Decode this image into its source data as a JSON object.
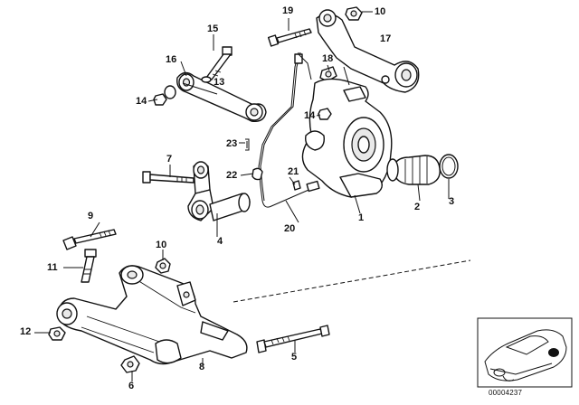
{
  "callouts": {
    "c1": "1",
    "c2": "2",
    "c3": "3",
    "c4": "4",
    "c5": "5",
    "c6": "6",
    "c7": "7",
    "c8": "8",
    "c9": "9",
    "c10a": "10",
    "c10b": "10",
    "c11": "11",
    "c12": "12",
    "c13": "13",
    "c14a": "14",
    "c14b": "14",
    "c15": "15",
    "c16": "16",
    "c17": "17",
    "c18": "18",
    "c19": "19",
    "c20": "20",
    "c21": "21",
    "c22": "22",
    "c23": "23"
  },
  "inset": {
    "reference_number": "00004237"
  }
}
